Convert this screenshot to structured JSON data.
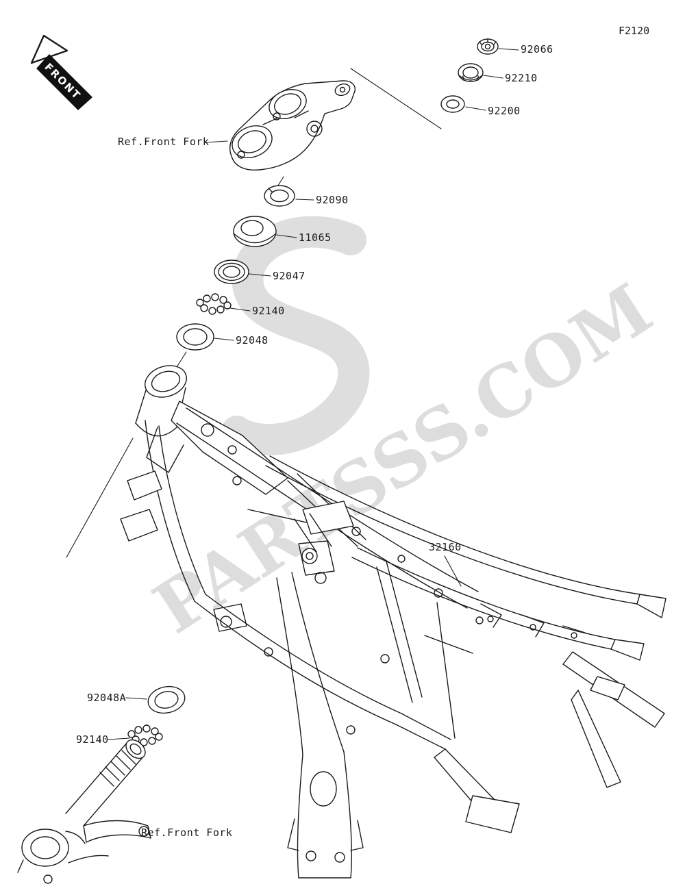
{
  "header": {
    "diagram_code": "F2120"
  },
  "front_marker": {
    "label": "FRONT"
  },
  "watermark": {
    "brand": "PARTSSS.COM"
  },
  "labels": {
    "ref_front_fork_top": "Ref.Front Fork",
    "p92066": "92066",
    "p92210": "92210",
    "p92200": "92200",
    "p92090": "92090",
    "p11065": "11065",
    "p92047": "92047",
    "p92140_upper": "92140",
    "p92048": "92048",
    "p32160": "32160",
    "p92048a": "92048A",
    "p92140_lower": "92140",
    "ref_front_fork_bottom": "Ref.Front Fork"
  }
}
